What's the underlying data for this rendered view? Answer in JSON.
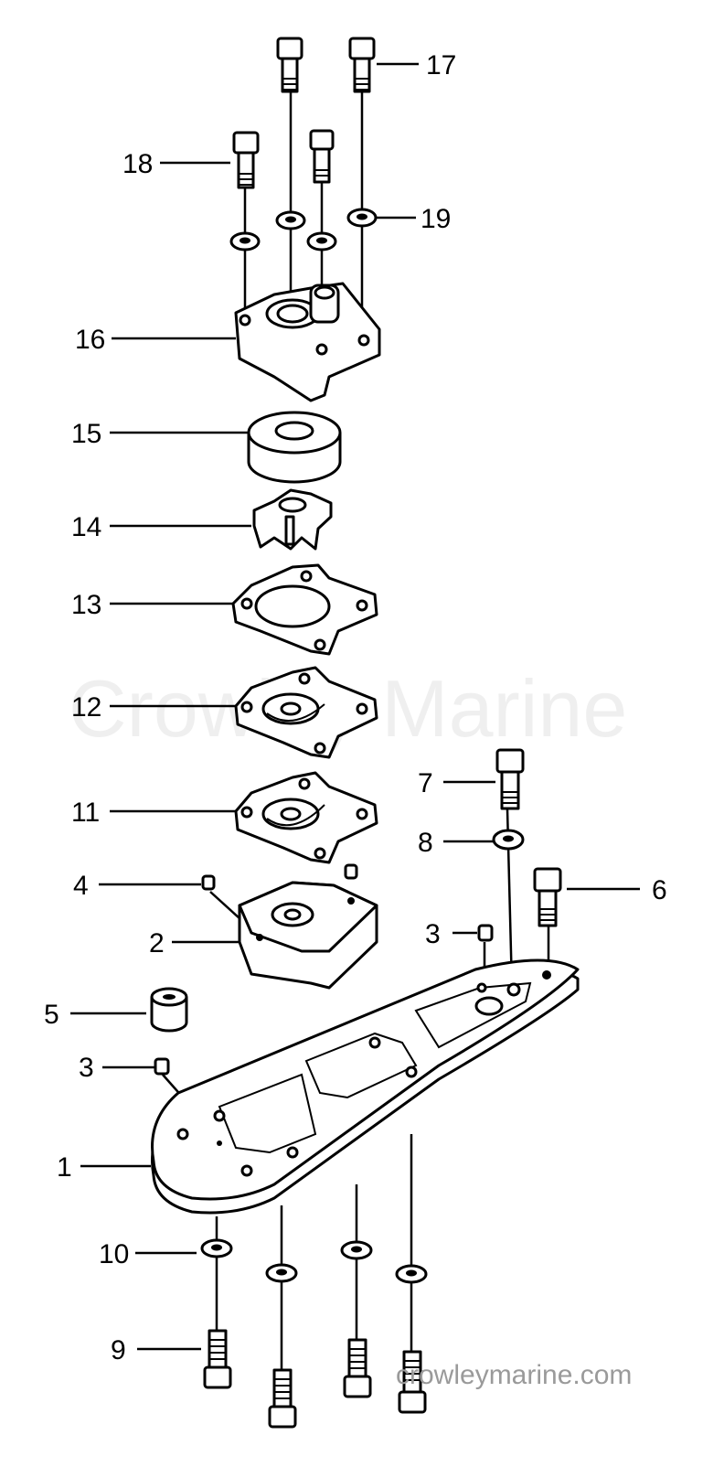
{
  "diagram": {
    "watermark": "Crowley Marine",
    "site_credit": "crowleymarine.com",
    "callouts": [
      {
        "id": "17",
        "label": "17"
      },
      {
        "id": "18",
        "label": "18"
      },
      {
        "id": "19",
        "label": "19"
      },
      {
        "id": "16",
        "label": "16"
      },
      {
        "id": "15",
        "label": "15"
      },
      {
        "id": "14",
        "label": "14"
      },
      {
        "id": "13",
        "label": "13"
      },
      {
        "id": "12",
        "label": "12"
      },
      {
        "id": "11",
        "label": "11"
      },
      {
        "id": "7",
        "label": "7"
      },
      {
        "id": "8",
        "label": "8"
      },
      {
        "id": "4",
        "label": "4"
      },
      {
        "id": "6",
        "label": "6"
      },
      {
        "id": "2",
        "label": "2"
      },
      {
        "id": "3a",
        "label": "3"
      },
      {
        "id": "5",
        "label": "5"
      },
      {
        "id": "3b",
        "label": "3"
      },
      {
        "id": "1",
        "label": "1"
      },
      {
        "id": "10",
        "label": "10"
      },
      {
        "id": "9",
        "label": "9"
      }
    ]
  }
}
